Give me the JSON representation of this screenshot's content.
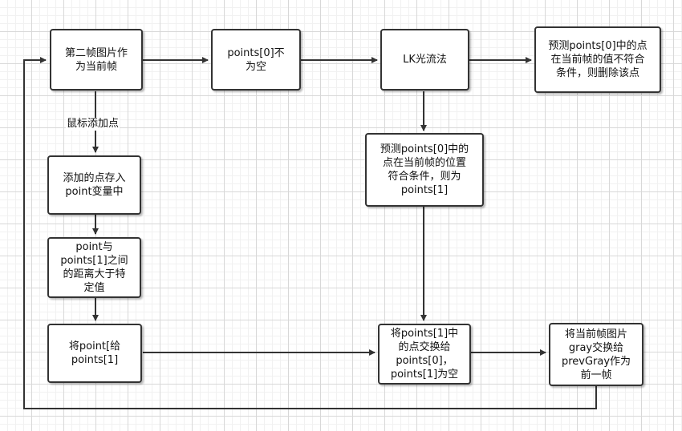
{
  "nodes": {
    "second_frame": "第二帧图片作\n为当前帧",
    "points0_not_empty": "points[0]不\n为空",
    "lk_optical_flow": "LK光流法",
    "delete_point": "预测points[0]中的点\n在当前帧的值不符合\n条件，则删除该点",
    "mark_points1": "预测points[0]中的\n点在当前帧的位置\n符合条件，则为\npoints[1]",
    "store_point": "添加的点存入\npoint变量中",
    "distance_check": "point与\npoints[1]之间\n的距离大于特\n定值",
    "assign_point": "将point[给\npoints[1]",
    "swap_points": "将points[1]中\n的点交换给\npoints[0]，\npoints[1]为空",
    "swap_gray": "将当前帧图片\ngray交换给\nprevGray作为\n前一帧"
  },
  "edge_labels": {
    "mouse_add_point": "鼠标添加点"
  },
  "colors": {
    "stroke": "#333333",
    "grid_major": "#d8d8d8",
    "grid_minor": "#f1f1f1",
    "background": "#ffffff"
  }
}
